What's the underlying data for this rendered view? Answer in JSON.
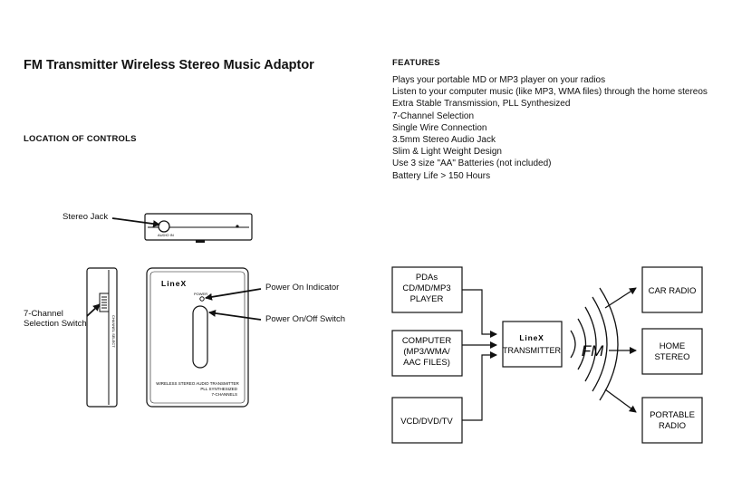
{
  "title": "FM Transmitter Wireless Stereo Music Adaptor",
  "location_heading": "LOCATION OF CONTROLS",
  "features_heading": "FEATURES",
  "features": [
    "Plays your portable MD or MP3 player on your radios",
    "Listen to your computer music (like MP3, WMA files) through the home stereos",
    "Extra Stable Transmission, PLL Synthesized",
    "7-Channel Selection",
    "Single Wire Connection",
    "3.5mm Stereo Audio Jack",
    "Slim & Light Weight Design",
    "Use 3 size \"AA\" Batteries (not included)",
    "Battery Life > 150 Hours"
  ],
  "controls": {
    "stereo_jack": "Stereo Jack",
    "channel_switch_line1": "7-Channel",
    "channel_switch_line2": "Selection Switch",
    "power_indicator": "Power On Indicator",
    "power_switch": "Power On/Off Switch"
  },
  "device": {
    "brand": "LineX",
    "power_label": "POWER",
    "audio_in": "AUDIO IN",
    "channel_select": "CHANNEL SELECT",
    "caption_line1": "WIRELESS STEREO AUDIO TRANSMITTER",
    "caption_line2": "PLL SYNTHESIZED",
    "caption_line3": "7-CHANNELS"
  },
  "diagram": {
    "sources": [
      {
        "lines": [
          "PDAs",
          "CD/MD/MP3",
          "PLAYER"
        ]
      },
      {
        "lines": [
          "COMPUTER",
          "(MP3/WMA/",
          "AAC FILES)"
        ]
      },
      {
        "lines": [
          "VCD/DVD/TV"
        ]
      }
    ],
    "transmitter_brand": "LineX",
    "transmitter_label": "TRANSMITTER",
    "fm_label": "FM",
    "receivers": [
      {
        "lines": [
          "CAR RADIO"
        ]
      },
      {
        "lines": [
          "HOME",
          "STEREO"
        ]
      },
      {
        "lines": [
          "PORTABLE",
          "RADIO"
        ]
      }
    ]
  }
}
